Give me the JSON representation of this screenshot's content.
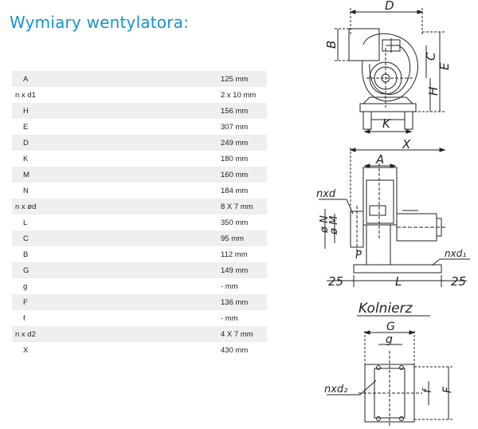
{
  "title": "Wymiary wentylatora:",
  "dimensions": [
    {
      "label": "A",
      "value": "125 mm"
    },
    {
      "label": "n x d1",
      "value": "2 x 10 mm"
    },
    {
      "label": "H",
      "value": "156 mm"
    },
    {
      "label": "E",
      "value": "307 mm"
    },
    {
      "label": "D",
      "value": "249 mm"
    },
    {
      "label": "K",
      "value": "180 mm"
    },
    {
      "label": "M",
      "value": "160 mm"
    },
    {
      "label": "N",
      "value": "184 mm"
    },
    {
      "label": "n x ød",
      "value": "8 X 7 mm"
    },
    {
      "label": "L",
      "value": "350 mm"
    },
    {
      "label": "C",
      "value": "95 mm"
    },
    {
      "label": "B",
      "value": "112 mm"
    },
    {
      "label": "G",
      "value": "149 mm"
    },
    {
      "label": "g",
      "value": "- mm"
    },
    {
      "label": "F",
      "value": "136 mm"
    },
    {
      "label": "f",
      "value": "- mm"
    },
    {
      "label": "n x d2",
      "value": "4 X 7 mm"
    },
    {
      "label": "X",
      "value": "430 mm"
    }
  ],
  "drawings": {
    "side_view": {
      "D": "D",
      "B": "B",
      "C": "C",
      "E": "E",
      "H": "H",
      "K": "K"
    },
    "front_view": {
      "X": "X",
      "A": "A",
      "nxd": "nxd",
      "N": "ø N",
      "M": "ø M",
      "P": "P",
      "nxd1": "nxd₁",
      "left_margin": "25",
      "L": "L",
      "right_margin": "25"
    },
    "flange_title": "Kolnierz",
    "flange_view": {
      "G": "G",
      "g": "g",
      "nxd2": "nxd₂",
      "f": "f",
      "F": "F"
    }
  }
}
